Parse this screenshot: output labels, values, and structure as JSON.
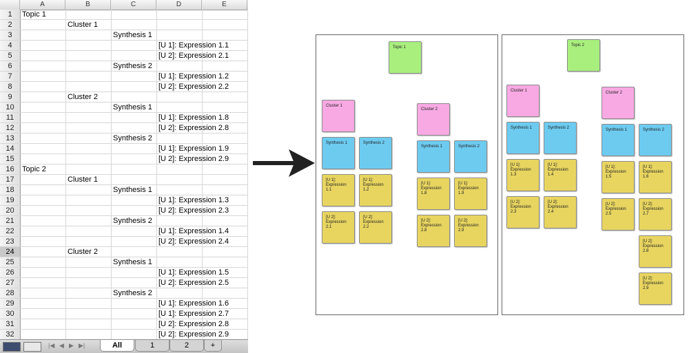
{
  "sheet": {
    "columns": [
      "A",
      "B",
      "C",
      "D",
      "E"
    ],
    "selected_row": "24",
    "rows": [
      {
        "n": "1",
        "a": "Topic 1",
        "b": "",
        "c": "",
        "d": ""
      },
      {
        "n": "2",
        "a": "",
        "b": "Cluster 1",
        "c": "",
        "d": ""
      },
      {
        "n": "3",
        "a": "",
        "b": "",
        "c": "Synthesis 1",
        "d": ""
      },
      {
        "n": "4",
        "a": "",
        "b": "",
        "c": "",
        "d": "[U 1]: Expression 1.1"
      },
      {
        "n": "5",
        "a": "",
        "b": "",
        "c": "",
        "d": "[U 2]: Expression 2.1"
      },
      {
        "n": "6",
        "a": "",
        "b": "",
        "c": "Synthesis 2",
        "d": ""
      },
      {
        "n": "7",
        "a": "",
        "b": "",
        "c": "",
        "d": "[U 1]: Expression 1.2"
      },
      {
        "n": "8",
        "a": "",
        "b": "",
        "c": "",
        "d": "[U 2]: Expression 2.2"
      },
      {
        "n": "9",
        "a": "",
        "b": "Cluster 2",
        "c": "",
        "d": ""
      },
      {
        "n": "10",
        "a": "",
        "b": "",
        "c": "Synthesis 1",
        "d": ""
      },
      {
        "n": "11",
        "a": "",
        "b": "",
        "c": "",
        "d": "[U 1]: Expression 1.8"
      },
      {
        "n": "12",
        "a": "",
        "b": "",
        "c": "",
        "d": "[U 2]: Expression 2.8"
      },
      {
        "n": "13",
        "a": "",
        "b": "",
        "c": "Synthesis 2",
        "d": ""
      },
      {
        "n": "14",
        "a": "",
        "b": "",
        "c": "",
        "d": "[U 1]: Expression 1.9"
      },
      {
        "n": "15",
        "a": "",
        "b": "",
        "c": "",
        "d": "[U 2]: Expression 2.9"
      },
      {
        "n": "16",
        "a": "Topic 2",
        "b": "",
        "c": "",
        "d": ""
      },
      {
        "n": "17",
        "a": "",
        "b": "Cluster 1",
        "c": "",
        "d": ""
      },
      {
        "n": "18",
        "a": "",
        "b": "",
        "c": "Synthesis 1",
        "d": ""
      },
      {
        "n": "19",
        "a": "",
        "b": "",
        "c": "",
        "d": "[U 1]: Expression 1.3"
      },
      {
        "n": "20",
        "a": "",
        "b": "",
        "c": "",
        "d": "[U 2]: Expression 2.3"
      },
      {
        "n": "21",
        "a": "",
        "b": "",
        "c": "Synthesis 2",
        "d": ""
      },
      {
        "n": "22",
        "a": "",
        "b": "",
        "c": "",
        "d": "[U 1]: Expression 1.4"
      },
      {
        "n": "23",
        "a": "",
        "b": "",
        "c": "",
        "d": "[U 2]: Expression 2.4"
      },
      {
        "n": "24",
        "a": "",
        "b": "Cluster 2",
        "c": "",
        "d": ""
      },
      {
        "n": "25",
        "a": "",
        "b": "",
        "c": "Synthesis 1",
        "d": ""
      },
      {
        "n": "26",
        "a": "",
        "b": "",
        "c": "",
        "d": "[U 1]: Expression 1.5"
      },
      {
        "n": "27",
        "a": "",
        "b": "",
        "c": "",
        "d": "[U 2]: Expression 2.5"
      },
      {
        "n": "28",
        "a": "",
        "b": "",
        "c": "Synthesis 2",
        "d": ""
      },
      {
        "n": "29",
        "a": "",
        "b": "",
        "c": "",
        "d": "[U 1]: Expression 1.6"
      },
      {
        "n": "30",
        "a": "",
        "b": "",
        "c": "",
        "d": "[U 1]: Expression 2.7"
      },
      {
        "n": "31",
        "a": "",
        "b": "",
        "c": "",
        "d": "[U 2]: Expression 2.8"
      },
      {
        "n": "32",
        "a": "",
        "b": "",
        "c": "",
        "d": "[U 2]: Expression 2.9"
      }
    ],
    "tabs": [
      {
        "label": "All",
        "active": true
      },
      {
        "label": "1",
        "active": false
      },
      {
        "label": "2",
        "active": false
      },
      {
        "label": "+",
        "active": false
      }
    ]
  },
  "colors": {
    "topic": "#a9ef7e",
    "cluster": "#f8a9e3",
    "synthesis": "#6dcbf0",
    "expression": "#e8d560"
  },
  "boards": [
    {
      "notes": [
        {
          "kind": "topic",
          "text": "Topic 1"
        },
        {
          "kind": "cluster",
          "text": "Cluster 1"
        },
        {
          "kind": "cluster",
          "text": "Cluster 2"
        },
        {
          "kind": "synthesis",
          "text": "Synthesis 1"
        },
        {
          "kind": "synthesis",
          "text": "Synthesis 2"
        },
        {
          "kind": "synthesis",
          "text": "Synthesis 1"
        },
        {
          "kind": "synthesis",
          "text": "Synthesis 2"
        },
        {
          "kind": "expression",
          "text": "[U 1]:\nExpression\n1.1"
        },
        {
          "kind": "expression",
          "text": "[U 1]:\nExpression\n1.2"
        },
        {
          "kind": "expression",
          "text": "[U 1]:\nExpression\n1.8"
        },
        {
          "kind": "expression",
          "text": "[U 1]:\nExpression\n1.9"
        },
        {
          "kind": "expression",
          "text": "[U 2]:\nExpression\n2.1"
        },
        {
          "kind": "expression",
          "text": "[U 2]:\nExpression\n2.2"
        },
        {
          "kind": "expression",
          "text": "[U 2]:\nExpression\n2.8"
        },
        {
          "kind": "expression",
          "text": "[U 2]:\nExpression\n2.9"
        }
      ]
    },
    {
      "notes": [
        {
          "kind": "topic",
          "text": "Topic 2"
        },
        {
          "kind": "cluster",
          "text": "Cluster 1"
        },
        {
          "kind": "cluster",
          "text": "Cluster 2"
        },
        {
          "kind": "synthesis",
          "text": "Synthesis 1"
        },
        {
          "kind": "synthesis",
          "text": "Synthesis 2"
        },
        {
          "kind": "synthesis",
          "text": "Synthesis 1"
        },
        {
          "kind": "synthesis",
          "text": "Synthesis 2"
        },
        {
          "kind": "expression",
          "text": "[U 1]:\nExpression\n1.3"
        },
        {
          "kind": "expression",
          "text": "[U 1]:\nExpression\n1.4"
        },
        {
          "kind": "expression",
          "text": "[U 1]:\nExpression\n1.5"
        },
        {
          "kind": "expression",
          "text": "[U 1]:\nExpression\n1.6"
        },
        {
          "kind": "expression",
          "text": "[U 2]:\nExpression\n2.3"
        },
        {
          "kind": "expression",
          "text": "[U 2]:\nExpression\n2.4"
        },
        {
          "kind": "expression",
          "text": "[U 2]:\nExpression\n2.5"
        },
        {
          "kind": "expression",
          "text": "[U 2]:\nExpression\n2.7"
        },
        {
          "kind": "expression",
          "text": "[U 2]:\nExpression\n2.8"
        },
        {
          "kind": "expression",
          "text": "[U 2]:\nExpression\n2.9"
        }
      ]
    }
  ]
}
